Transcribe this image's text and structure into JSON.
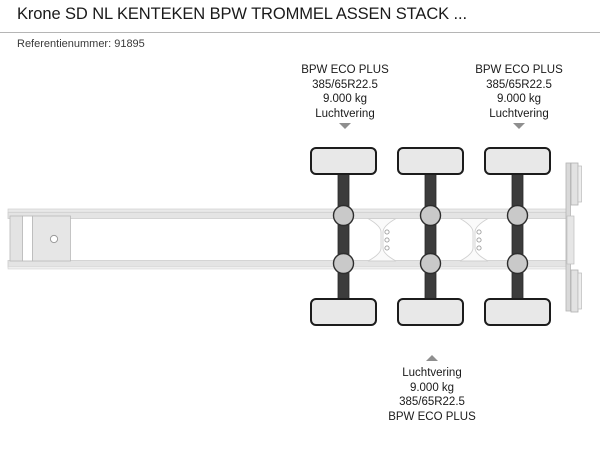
{
  "header": {
    "title": "Krone SD NL KENTEKEN BPW TROMMEL ASSEN STACK ...",
    "reference_label": "Referentienummer: 91895"
  },
  "diagram": {
    "name": "semi-trailer-axle-schematic",
    "caret_down_icon": "caret-down-icon",
    "caret_up_icon": "caret-up-icon",
    "axle_labels": [
      {
        "id": "axle-1-top",
        "position": "top",
        "lines": [
          "BPW ECO PLUS",
          "385/65R22.5",
          "9.000 kg",
          "Luchtvering"
        ]
      },
      {
        "id": "axle-3-top",
        "position": "top",
        "lines": [
          "BPW ECO PLUS",
          "385/65R22.5",
          "9.000 kg",
          "Luchtvering"
        ]
      },
      {
        "id": "axle-2-bottom",
        "position": "bottom",
        "lines": [
          "Luchtvering",
          "9.000 kg",
          "385/65R22.5",
          "BPW ECO PLUS"
        ]
      }
    ],
    "axle_count": 3,
    "colors": {
      "tire_fill": "#e8e8e8",
      "tire_stroke": "#1c1c1c",
      "axle_shaft": "#3a3a3a",
      "hub_fill": "#c9c9c9",
      "chassis_rail": "#d8d8d8",
      "chassis_fill": "#ffffff",
      "outline": "#b0b0b0",
      "caret": "#8f8f8f"
    }
  }
}
